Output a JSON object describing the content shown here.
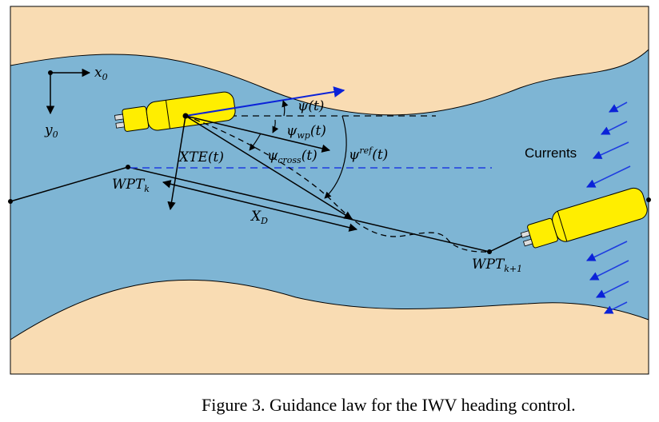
{
  "axes": {
    "x_label": "x",
    "x_sub": "0",
    "y_label": "y",
    "y_sub": "0"
  },
  "labels": {
    "psi_t": "ψ(t)",
    "psi_wp": "ψ",
    "psi_wp_sub": "wp",
    "psi_wp_arg": "(t)",
    "psi_cross": "ψ",
    "psi_cross_sub": "cross",
    "psi_cross_arg": "(t)",
    "psi_ref": "ψ",
    "psi_ref_sup": "ref",
    "psi_ref_arg": "(t)",
    "xte": "XTE(t)",
    "xd": "X",
    "xd_sub": "D",
    "wpt_k": "WPT",
    "wpt_k_sub": "k",
    "wpt_k1": "WPT",
    "wpt_k1_sub": "k+1",
    "currents": "Currents"
  },
  "caption": "Figure 3. Guidance law for the IWV heading control.",
  "colors": {
    "sand": "#f9dcb3",
    "water": "#7eb5d4",
    "vehicle": "#ffee00",
    "heading": "#0b22d8",
    "current_arrow": "#1f3de0"
  }
}
